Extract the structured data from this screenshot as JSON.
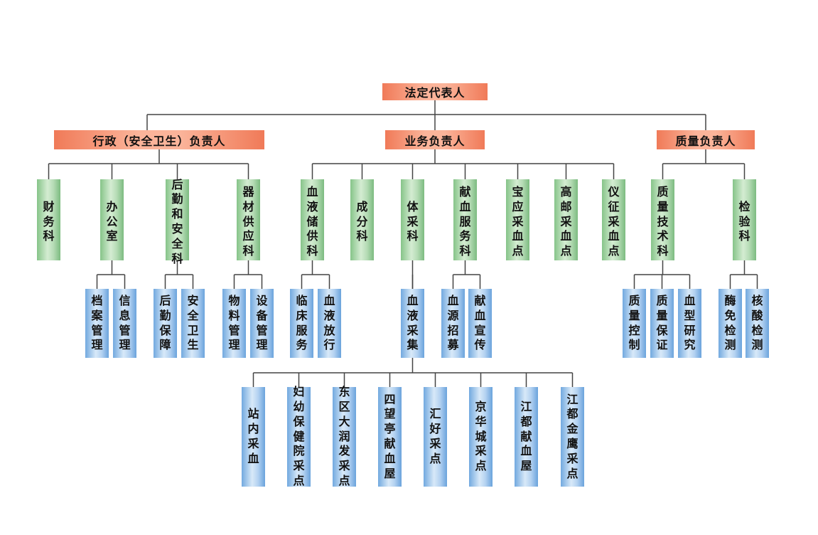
{
  "root": "法定代表人",
  "heads": [
    {
      "id": "admin",
      "label": "行政（安全卫生）负责人"
    },
    {
      "id": "business",
      "label": "业务负责人"
    },
    {
      "id": "quality",
      "label": "质量负责人"
    }
  ],
  "departments": [
    {
      "id": "finance",
      "label": "财务科",
      "head": "admin"
    },
    {
      "id": "office",
      "label": "办公室",
      "head": "admin"
    },
    {
      "id": "logistics",
      "label": "后勤和安全科",
      "head": "admin"
    },
    {
      "id": "supply",
      "label": "器材供应科",
      "head": "admin"
    },
    {
      "id": "storage",
      "label": "血液储供科",
      "head": "business"
    },
    {
      "id": "component",
      "label": "成分科",
      "head": "business"
    },
    {
      "id": "collection",
      "label": "体采科",
      "head": "business"
    },
    {
      "id": "donation-service",
      "label": "献血服务科",
      "head": "business"
    },
    {
      "id": "baoying",
      "label": "宝应采血点",
      "head": "business"
    },
    {
      "id": "gaoyou",
      "label": "高邮采血点",
      "head": "business"
    },
    {
      "id": "yizheng",
      "label": "仪征采血点",
      "head": "business"
    },
    {
      "id": "qa-tech",
      "label": "质量技术科",
      "head": "quality"
    },
    {
      "id": "testing",
      "label": "检验科",
      "head": "quality"
    }
  ],
  "sections": [
    {
      "label": "档案管理",
      "parent": "office"
    },
    {
      "label": "信息管理",
      "parent": "office"
    },
    {
      "label": "后勤保障",
      "parent": "logistics"
    },
    {
      "label": "安全卫生",
      "parent": "logistics"
    },
    {
      "label": "物料管理",
      "parent": "supply"
    },
    {
      "label": "设备管理",
      "parent": "supply"
    },
    {
      "label": "临床服务",
      "parent": "storage"
    },
    {
      "label": "血液放行",
      "parent": "storage"
    },
    {
      "label": "血液采集",
      "parent": "collection"
    },
    {
      "label": "血源招募",
      "parent": "donation-service"
    },
    {
      "label": "献血宣传",
      "parent": "donation-service"
    },
    {
      "label": "质量控制",
      "parent": "qa-tech"
    },
    {
      "label": "质量保证",
      "parent": "qa-tech"
    },
    {
      "label": "血型研究",
      "parent": "qa-tech"
    },
    {
      "label": "酶免检测",
      "parent": "testing"
    },
    {
      "label": "核酸检测",
      "parent": "testing"
    }
  ],
  "sites": [
    {
      "label": "站内采血"
    },
    {
      "label": "妇幼保健院采点"
    },
    {
      "label": "东区大润发采点"
    },
    {
      "label": "四望亭献血屋"
    },
    {
      "label": "汇好采点"
    },
    {
      "label": "京华城采点"
    },
    {
      "label": "江都献血屋"
    },
    {
      "label": "江都金鹰采点"
    }
  ],
  "colors": {
    "line": "#444444",
    "head_box": "#f58a68",
    "department_box": "#9fd3a0",
    "section_box": "#8fbfea"
  }
}
